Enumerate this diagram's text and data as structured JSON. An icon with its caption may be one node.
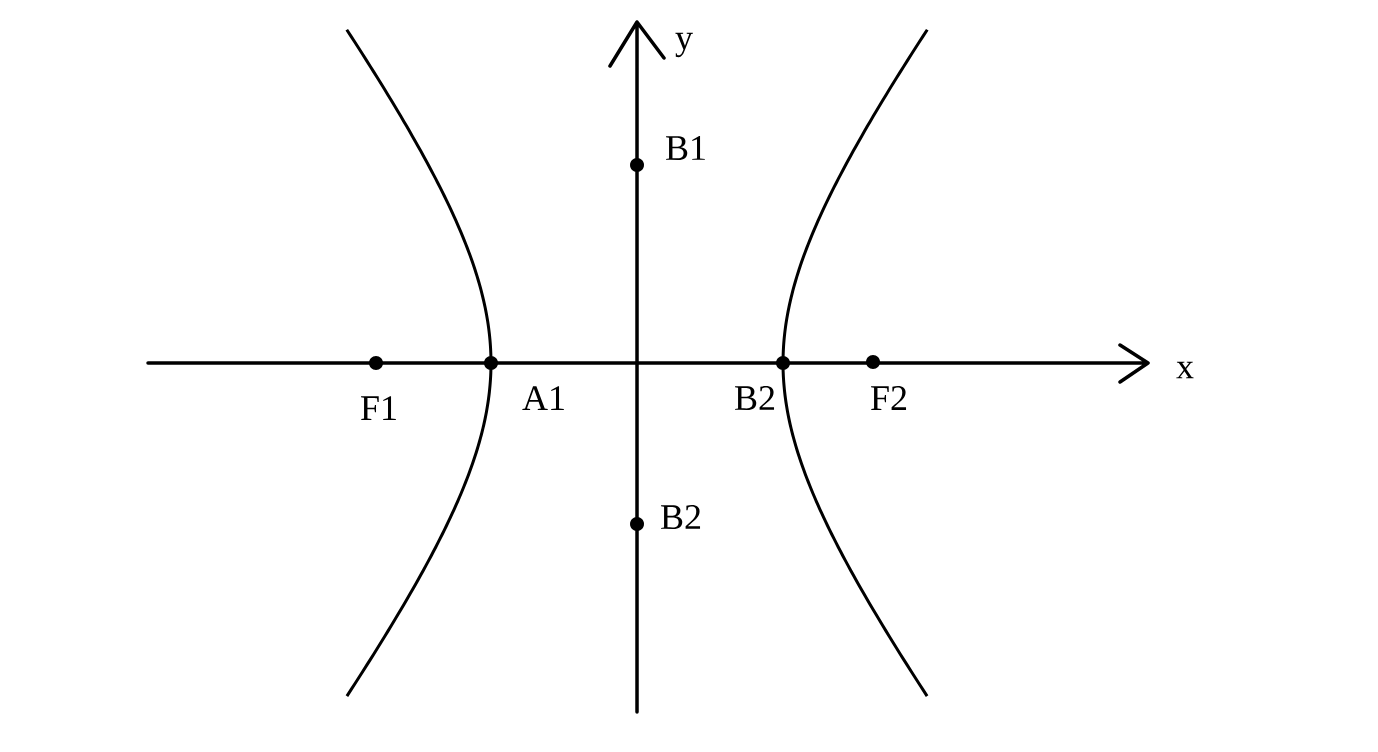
{
  "diagram": {
    "labels": [
      "y",
      "B1",
      "x",
      "F1",
      "A1",
      "B2",
      "F2",
      "B2"
    ]
  }
}
